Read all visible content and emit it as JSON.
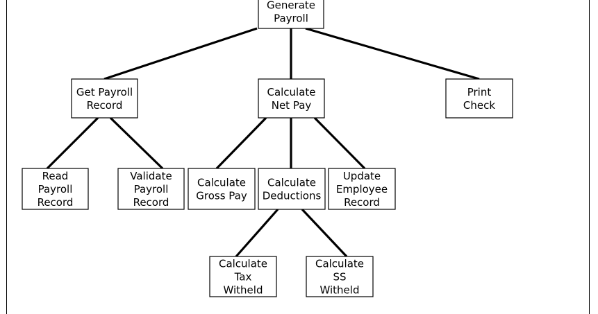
{
  "diagram": {
    "nodes": [
      {
        "id": "generate-payroll",
        "lines": [
          "Generate",
          "Payroll"
        ]
      },
      {
        "id": "get-payroll-record",
        "lines": [
          "Get Payroll",
          "Record"
        ]
      },
      {
        "id": "calculate-net-pay",
        "lines": [
          "Calculate",
          "Net Pay"
        ]
      },
      {
        "id": "print-check",
        "lines": [
          "Print",
          "Check"
        ]
      },
      {
        "id": "read-payroll-record",
        "lines": [
          "Read",
          "Payroll",
          "Record"
        ]
      },
      {
        "id": "validate-payroll-record",
        "lines": [
          "Validate",
          "Payroll",
          "Record"
        ]
      },
      {
        "id": "calculate-gross-pay",
        "lines": [
          "Calculate",
          "Gross Pay"
        ]
      },
      {
        "id": "calculate-deductions",
        "lines": [
          "Calculate",
          "Deductions"
        ]
      },
      {
        "id": "update-employee-record",
        "lines": [
          "Update",
          "Employee",
          "Record"
        ]
      },
      {
        "id": "calculate-tax-withheld",
        "lines": [
          "Calculate",
          "Tax",
          "Witheld"
        ]
      },
      {
        "id": "calculate-ss-withheld",
        "lines": [
          "Calculate",
          "SS",
          "Witheld"
        ]
      }
    ],
    "edges": [
      {
        "from": "generate-payroll",
        "to": "get-payroll-record"
      },
      {
        "from": "generate-payroll",
        "to": "calculate-net-pay"
      },
      {
        "from": "generate-payroll",
        "to": "print-check"
      },
      {
        "from": "get-payroll-record",
        "to": "read-payroll-record"
      },
      {
        "from": "get-payroll-record",
        "to": "validate-payroll-record"
      },
      {
        "from": "calculate-net-pay",
        "to": "calculate-gross-pay"
      },
      {
        "from": "calculate-net-pay",
        "to": "calculate-deductions"
      },
      {
        "from": "calculate-net-pay",
        "to": "update-employee-record"
      },
      {
        "from": "calculate-deductions",
        "to": "calculate-tax-withheld"
      },
      {
        "from": "calculate-deductions",
        "to": "calculate-ss-withheld"
      }
    ]
  }
}
